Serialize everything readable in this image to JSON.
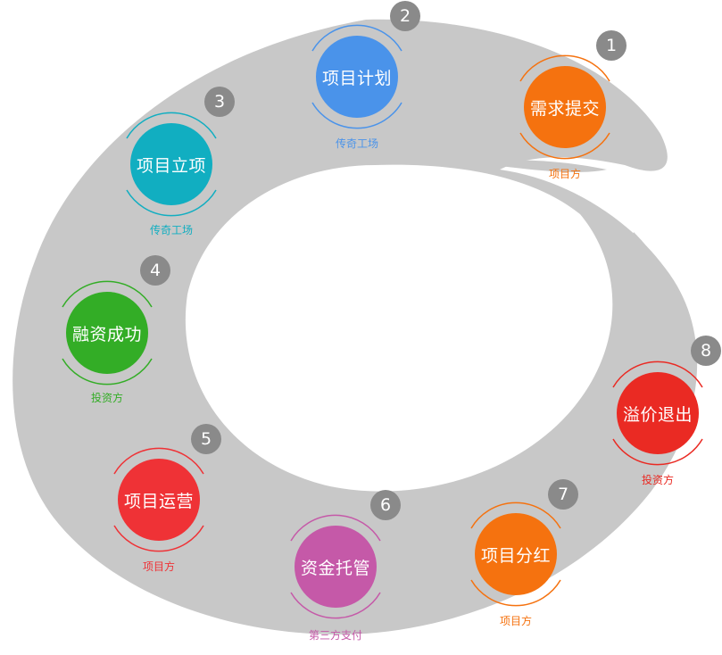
{
  "steps": [
    {
      "number": "1",
      "label": "需求提交",
      "party": "项目方",
      "color": "#f5720f"
    },
    {
      "number": "2",
      "label": "项目计划",
      "party": "传奇工场",
      "color": "#4a93ea"
    },
    {
      "number": "3",
      "label": "项目立项",
      "party": "传奇工场",
      "color": "#11aec1"
    },
    {
      "number": "4",
      "label": "融资成功",
      "party": "投资方",
      "color": "#33ad26"
    },
    {
      "number": "5",
      "label": "项目运营",
      "party": "项目方",
      "color": "#ef3236"
    },
    {
      "number": "6",
      "label": "资金托管",
      "party": "第三方支付",
      "color": "#c559a8"
    },
    {
      "number": "7",
      "label": "项目分红",
      "party": "项目方",
      "color": "#f5720f"
    },
    {
      "number": "8",
      "label": "溢价退出",
      "party": "投资方",
      "color": "#ea2a23"
    }
  ]
}
